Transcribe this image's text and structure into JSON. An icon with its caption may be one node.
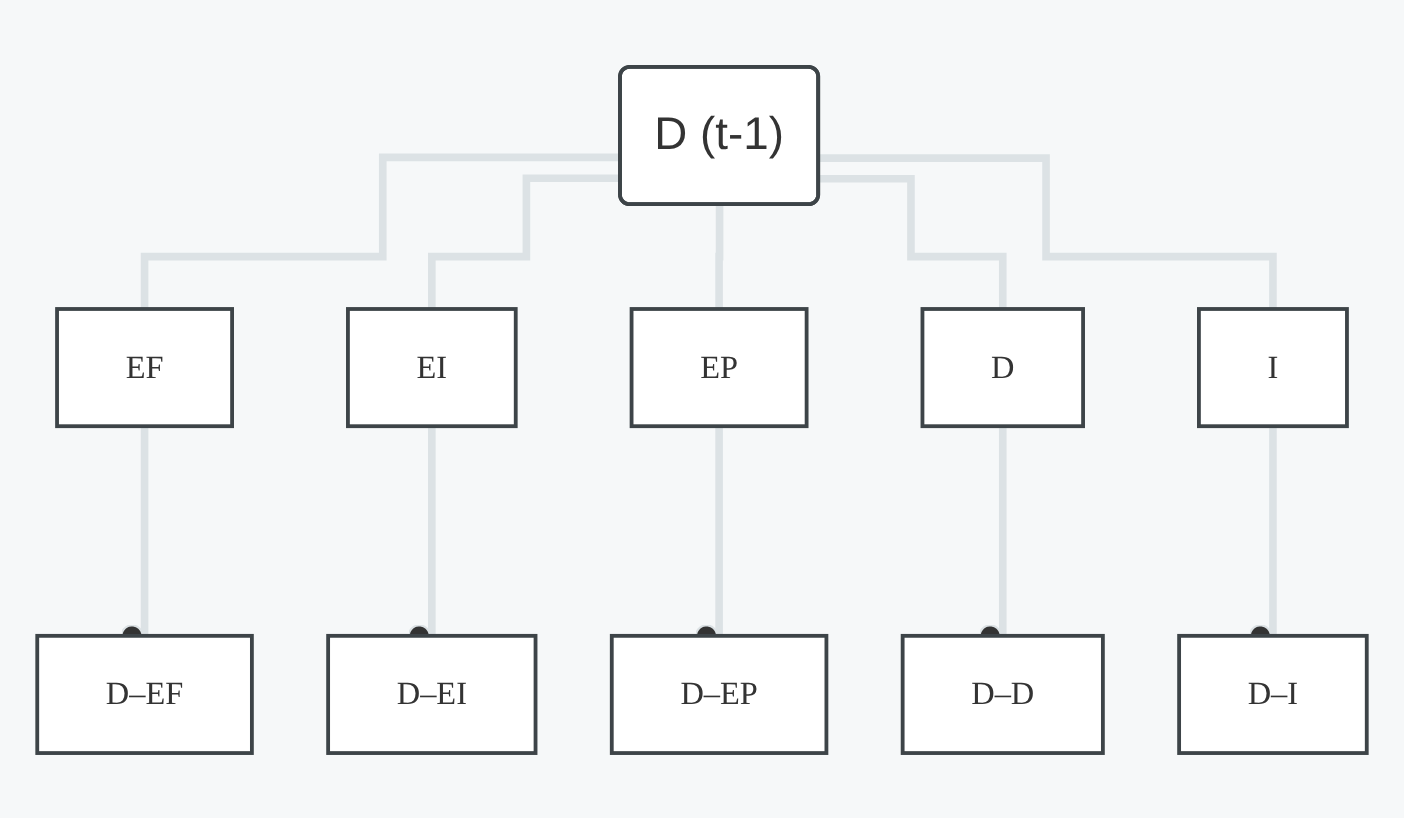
{
  "diagram": {
    "nodes": [
      {
        "text": [
          "D (t-1)"
        ]
      },
      {
        "text": [
          "EF"
        ]
      },
      {
        "text": [
          "EI"
        ]
      },
      {
        "text": [
          "EP"
        ]
      },
      {
        "text": [
          "D"
        ]
      },
      {
        "text": [
          "I"
        ]
      },
      {
        "text": [
          "D–EF"
        ]
      },
      {
        "text": [
          "D–EI"
        ]
      },
      {
        "text": [
          "D–EP"
        ]
      },
      {
        "text": [
          "D–D"
        ]
      },
      {
        "text": [
          "D–I"
        ]
      }
    ],
    "edges": [
      {
        "from": 0,
        "to": 1,
        "arrow": "none"
      },
      {
        "from": 0,
        "to": 2,
        "arrow": "none"
      },
      {
        "from": 0,
        "to": 3,
        "arrow": "none"
      },
      {
        "from": 0,
        "to": 4,
        "arrow": "none"
      },
      {
        "from": 0,
        "to": 5,
        "arrow": "none"
      },
      {
        "from": 1,
        "to": 6,
        "arrow": "other"
      },
      {
        "from": 2,
        "to": 7,
        "arrow": "other"
      },
      {
        "from": 3,
        "to": 8,
        "arrow": "other"
      },
      {
        "from": 4,
        "to": 9,
        "arrow": "other"
      },
      {
        "from": 5,
        "to": 10,
        "arrow": "other"
      }
    ]
  }
}
